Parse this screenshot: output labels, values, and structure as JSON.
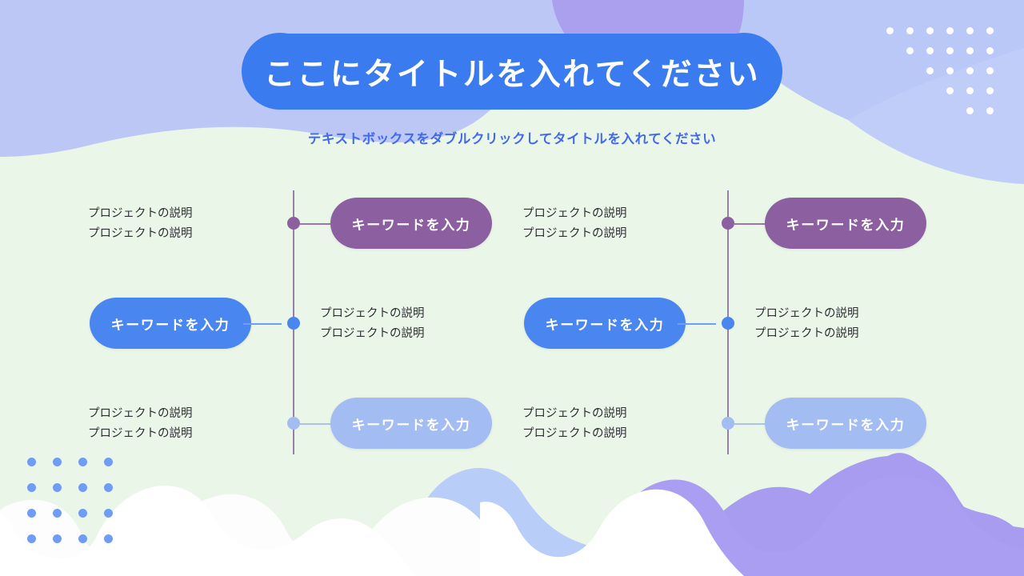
{
  "slide": {
    "background_color": "#eaf6e7",
    "title": "ここにタイトルを入れてください",
    "subtitle": "テキストボックスをダブルクリックしてタイトルを入れてください",
    "title_bubble_color": "#3a7bf0",
    "subtitle_color": "#4169e8"
  },
  "palette": {
    "purple": "#8c5fa0",
    "blue": "#4a86f0",
    "light_blue": "#a3bdf2",
    "spine": "#8a6a9e",
    "periwinkle": "#b9c8f7",
    "lavender": "#a79cf0",
    "cloud_white": "#fdfdfd",
    "mint": "#eaf6e7",
    "text_dark": "#2e2e33",
    "text_white": "#ffffff"
  },
  "columns": [
    {
      "id": "left",
      "rows": [
        {
          "keyword": "キーワードを入力",
          "description": [
            "プロジェクトの説明",
            "プロジェクトの説明"
          ],
          "color": "purple",
          "pill_side": "right"
        },
        {
          "keyword": "キーワードを入力",
          "description": [
            "プロジェクトの説明",
            "プロジェクトの説明"
          ],
          "color": "blue",
          "pill_side": "left"
        },
        {
          "keyword": "キーワードを入力",
          "description": [
            "プロジェクトの説明",
            "プロジェクトの説明"
          ],
          "color": "light_blue",
          "pill_side": "right"
        }
      ]
    },
    {
      "id": "right",
      "rows": [
        {
          "keyword": "キーワードを入力",
          "description": [
            "プロジェクトの説明",
            "プロジェクトの説明"
          ],
          "color": "purple",
          "pill_side": "right"
        },
        {
          "keyword": "キーワードを入力",
          "description": [
            "プロジェクトの説明",
            "プロジェクトの説明"
          ],
          "color": "blue",
          "pill_side": "left"
        },
        {
          "keyword": "キーワードを入力",
          "description": [
            "プロジェクトの説明",
            "プロジェクトの説明"
          ],
          "color": "light_blue",
          "pill_side": "right"
        }
      ]
    }
  ],
  "decorations": {
    "dot_grid_top_right": {
      "shape": "triangle",
      "rows": [
        6,
        5,
        4,
        3,
        2
      ],
      "alignment": "right",
      "dot_color": "#ffffff",
      "spacing": 25
    },
    "dot_grid_bottom_left": {
      "shape": "square",
      "rows": [
        4,
        4,
        4,
        4
      ],
      "alignment": "left",
      "dot_color": "#6f9df5",
      "spacing": 32
    }
  }
}
